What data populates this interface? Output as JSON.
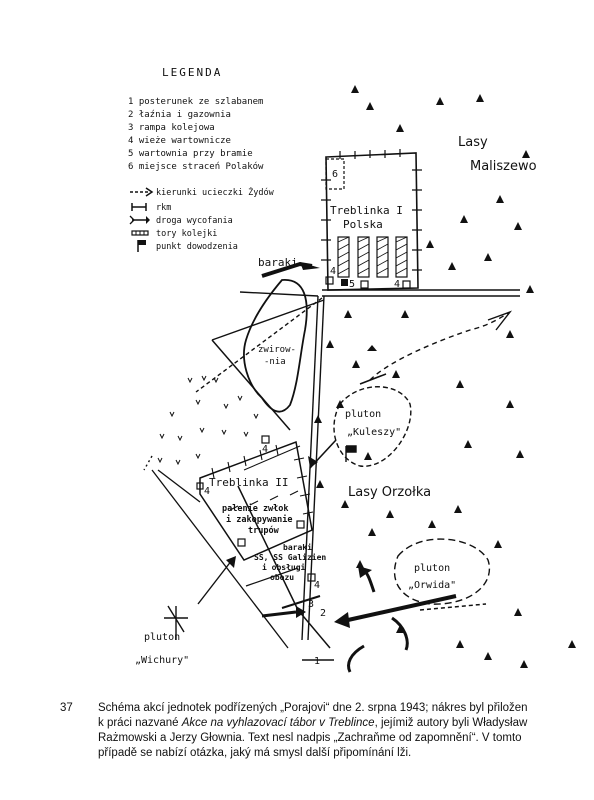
{
  "legend": {
    "title": "LEGENDA",
    "items": [
      "1  posterunek ze szlabanem",
      "2  łaźnia i gazownia",
      "3  rampa kolejowa",
      "4  wieże wartownicze",
      "5  wartownia przy bramie",
      "6  miejsce straceń Polaków"
    ],
    "symbols": [
      "kierunki ucieczki Żydów",
      "rkm",
      "droga wycofania",
      "tory kolejki",
      "punkt dowodzenia"
    ]
  },
  "map_labels": {
    "lasy_maliszewo_1": "Lasy",
    "lasy_maliszewo_2": "Maliszewo",
    "treblinka1_1": "Treblinka I",
    "treblinka1_2": "Polska",
    "baraki": "baraki",
    "zwirownia_1": "zwirow-",
    "zwirownia_2": "-nia",
    "pluton_kuleszy_1": "pluton",
    "pluton_kuleszy_2": "„Kuleszy\"",
    "lasy_orzolka": "Lasy Orzołka",
    "treblinka2": "Treblinka II",
    "palenie_1": "palenie zwłok",
    "palenie_2": "i zakopywanie",
    "palenie_3": "trupów",
    "baraki_ss_1": "baraki",
    "baraki_ss_2": "SS, SS Galizien",
    "baraki_ss_3": "i obsługi",
    "baraki_ss_4": "obozu",
    "pluton_orwida_1": "pluton",
    "pluton_orwida_2": "„Orwida\"",
    "pluton_wichury_1": "pluton",
    "pluton_wichury_2": "„Wichury\"",
    "n1": "1",
    "n2": "2",
    "n3": "3",
    "n4a": "4",
    "n4b": "4",
    "n4c": "4",
    "n4d": "4",
    "n4e": "4",
    "n5": "5",
    "n6": "6"
  },
  "caption": {
    "number": "37",
    "line1": "Schéma akcí jednotek podřízených „Porajovi“ dne 2. srpna 1943; nákres byl přiložen",
    "line2_pre": "k práci nazvané ",
    "line2_italic": "Akce na vyhlazovací tábor v Treblince",
    "line2_post": ", jejímiž autory byli Władysław",
    "line3": "Rażmowski a Jerzy Głownia. Text nesl nadpis „Zachraňme od zapomnění“. V tomto",
    "line4": "případě se nabízí otázka, jaký má smysl další připomínání lži."
  }
}
